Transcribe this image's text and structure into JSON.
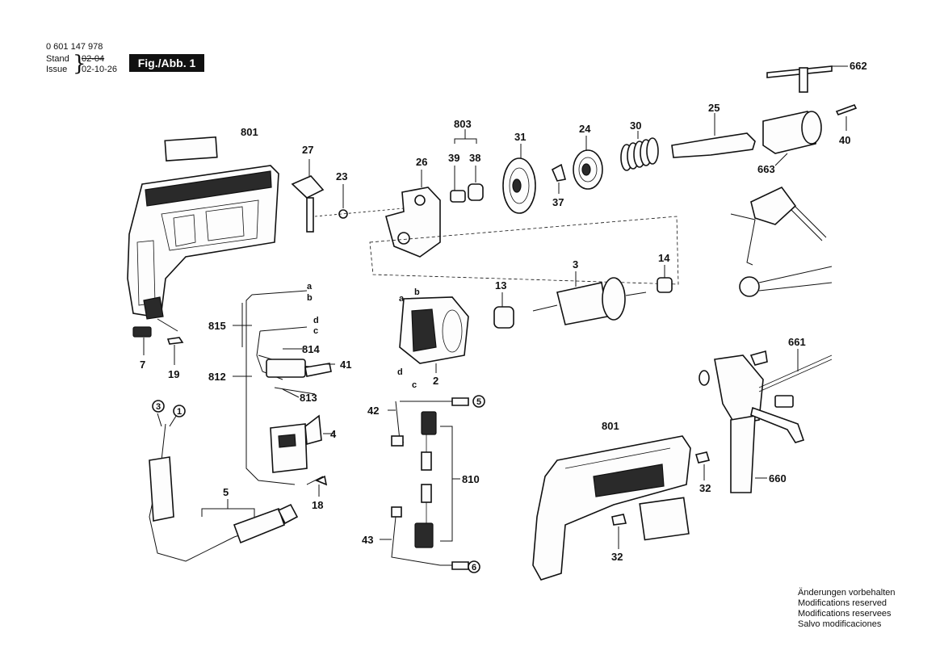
{
  "header": {
    "part_number": "0 601 147 978",
    "stand_label": "Stand",
    "stand_value": "02-04",
    "issue_label": "Issue",
    "issue_value": "02-10-26",
    "figure_badge": "Fig./Abb. 1"
  },
  "notes": [
    "Änderungen vorbehalten",
    "Modifications reserved",
    "Modifications reservees",
    "Salvo modificaciones"
  ],
  "callouts": {
    "c801a": "801",
    "c27": "27",
    "c23": "23",
    "c26": "26",
    "c803": "803",
    "c39": "39",
    "c38": "38",
    "c31": "31",
    "c24": "24",
    "c30": "30",
    "c25": "25",
    "c662": "662",
    "c40": "40",
    "c663": "663",
    "c37": "37",
    "c3": "3",
    "c13": "13",
    "c14": "14",
    "c2": "2",
    "c815": "815",
    "c814": "814",
    "c41": "41",
    "c812": "812",
    "c813": "813",
    "c4": "4",
    "c18": "18",
    "c5": "5",
    "c7": "7",
    "c19": "19",
    "c42": "42",
    "c810": "810",
    "c43": "43",
    "c801b": "801",
    "c32a": "32",
    "c32b": "32",
    "c661": "661",
    "c660": "660"
  },
  "wire_letters": {
    "a1": "a",
    "b1": "b",
    "d1": "d",
    "c1": "c",
    "a2": "a",
    "b2": "b",
    "d2": "d",
    "c2": "c"
  },
  "circle_markers": {
    "m3": "3",
    "m1": "1",
    "m5": "5",
    "m6": "6"
  }
}
